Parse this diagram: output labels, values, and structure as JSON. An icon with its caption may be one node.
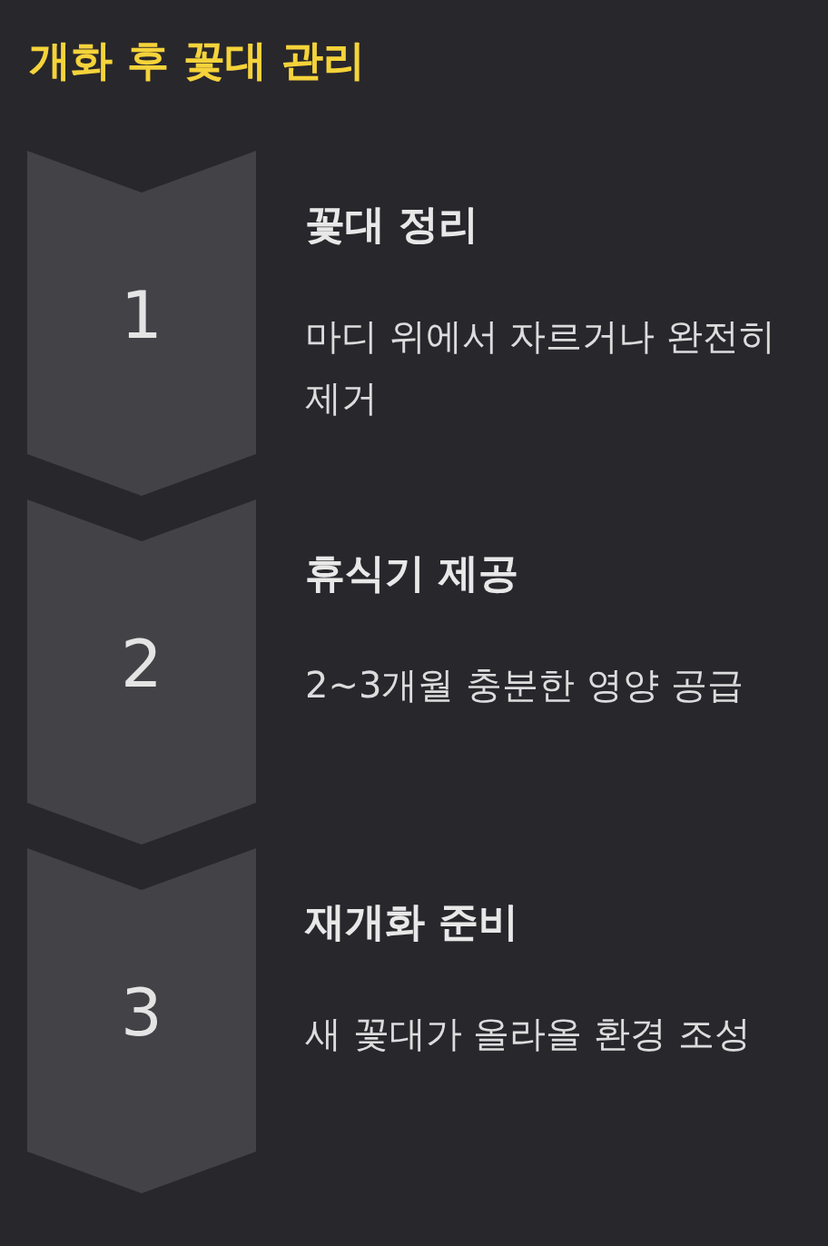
{
  "diagram": {
    "title": "개화 후 꽃대 관리",
    "nodes": [
      {
        "text": [
          "1"
        ],
        "beside": [
          "꽃대 정리",
          "마디 위에서 자르거나 완전히 제거"
        ]
      },
      {
        "text": [
          "2"
        ],
        "beside": [
          "휴식기 제공",
          "2~3개월 충분한 영양 공급"
        ]
      },
      {
        "text": [
          "3"
        ],
        "beside": [
          "재개화 준비",
          "새 꽃대가 올라올 환경 조성"
        ]
      }
    ]
  }
}
